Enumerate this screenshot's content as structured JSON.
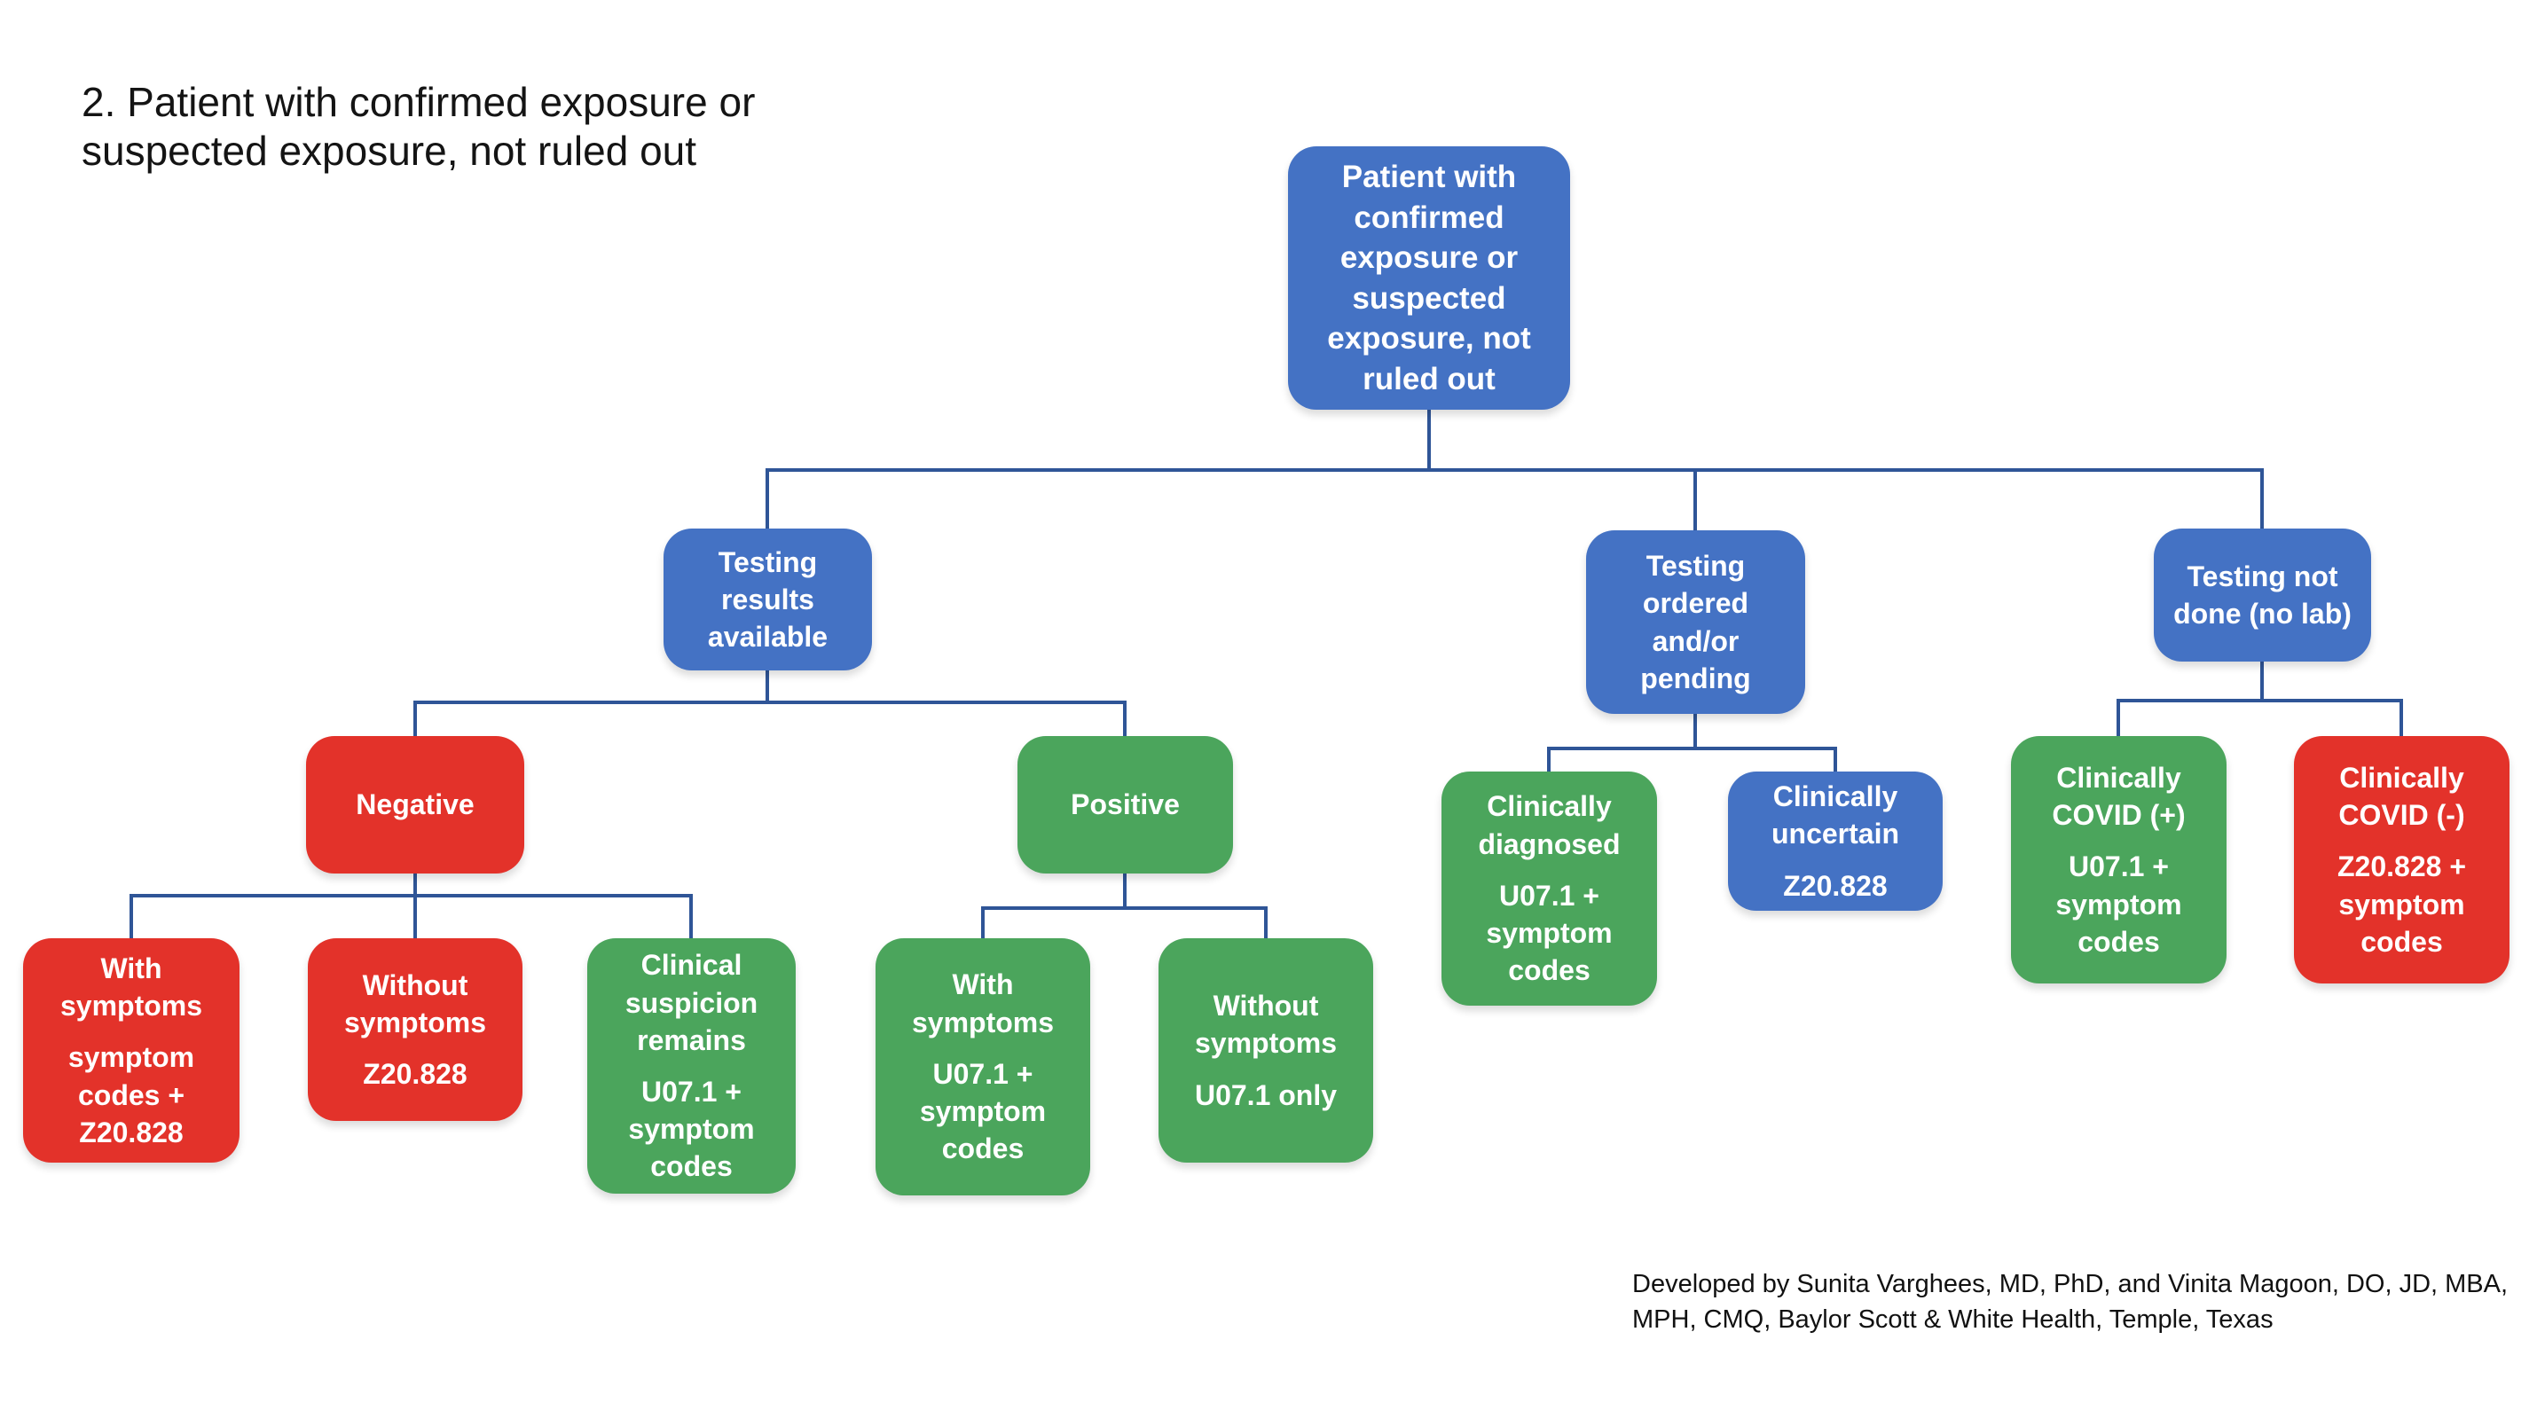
{
  "title": "2. Patient with confirmed exposure or\nsuspected exposure, not ruled out",
  "attribution": "Developed by Sunita Varghees, MD, PhD, and Vinita Magoon, DO, JD, MBA,\nMPH, CMQ, Baylor Scott & White Health, Temple, Texas",
  "colors": {
    "node_blue": "#4472C4",
    "node_red": "#E3322A",
    "node_green": "#4BA55C",
    "connector": "#2F5597",
    "node_text": "#FFFFFF",
    "title_text": "#141414"
  },
  "flowchart": {
    "nodes": {
      "root": {
        "label": "Patient with\nconfirmed\nexposure or\nsuspected\nexposure, not\nruled out",
        "color": "blue"
      },
      "testing_results": {
        "label": "Testing results\navailable",
        "color": "blue"
      },
      "testing_ordered": {
        "label": "Testing\nordered\nand/or\npending",
        "color": "blue"
      },
      "testing_not_done": {
        "label": "Testing not\ndone (no lab)",
        "color": "blue"
      },
      "negative": {
        "label": "Negative",
        "color": "red"
      },
      "positive": {
        "label": "Positive",
        "color": "green"
      },
      "neg_with_symptoms": {
        "label": "With\nsymptoms",
        "code": "symptom\ncodes +\nZ20.828",
        "color": "red"
      },
      "neg_without_symptoms": {
        "label": "Without\nsymptoms",
        "code": "Z20.828",
        "color": "red"
      },
      "clinical_suspicion": {
        "label": "Clinical\nsuspicion\nremains",
        "code": "U07.1 +\nsymptom\ncodes",
        "color": "green"
      },
      "pos_with_symptoms": {
        "label": "With\nsymptoms",
        "code": "U07.1 +\nsymptom\ncodes",
        "color": "green"
      },
      "pos_without_symptoms": {
        "label": "Without\nsymptoms",
        "code": "U07.1 only",
        "color": "green"
      },
      "clinically_diagnosed": {
        "label": "Clinically\ndiagnosed",
        "code": "U07.1 +\nsymptom\ncodes",
        "color": "green"
      },
      "clinically_uncertain": {
        "label": "Clinically\nuncertain",
        "code": "Z20.828",
        "color": "blue"
      },
      "clinically_covid_pos": {
        "label": "Clinically\nCOVID (+)",
        "code": "U07.1 +\nsymptom\ncodes",
        "color": "green"
      },
      "clinically_covid_neg": {
        "label": "Clinically\nCOVID (-)",
        "code": "Z20.828 +\nsymptom\ncodes",
        "color": "red"
      }
    }
  }
}
